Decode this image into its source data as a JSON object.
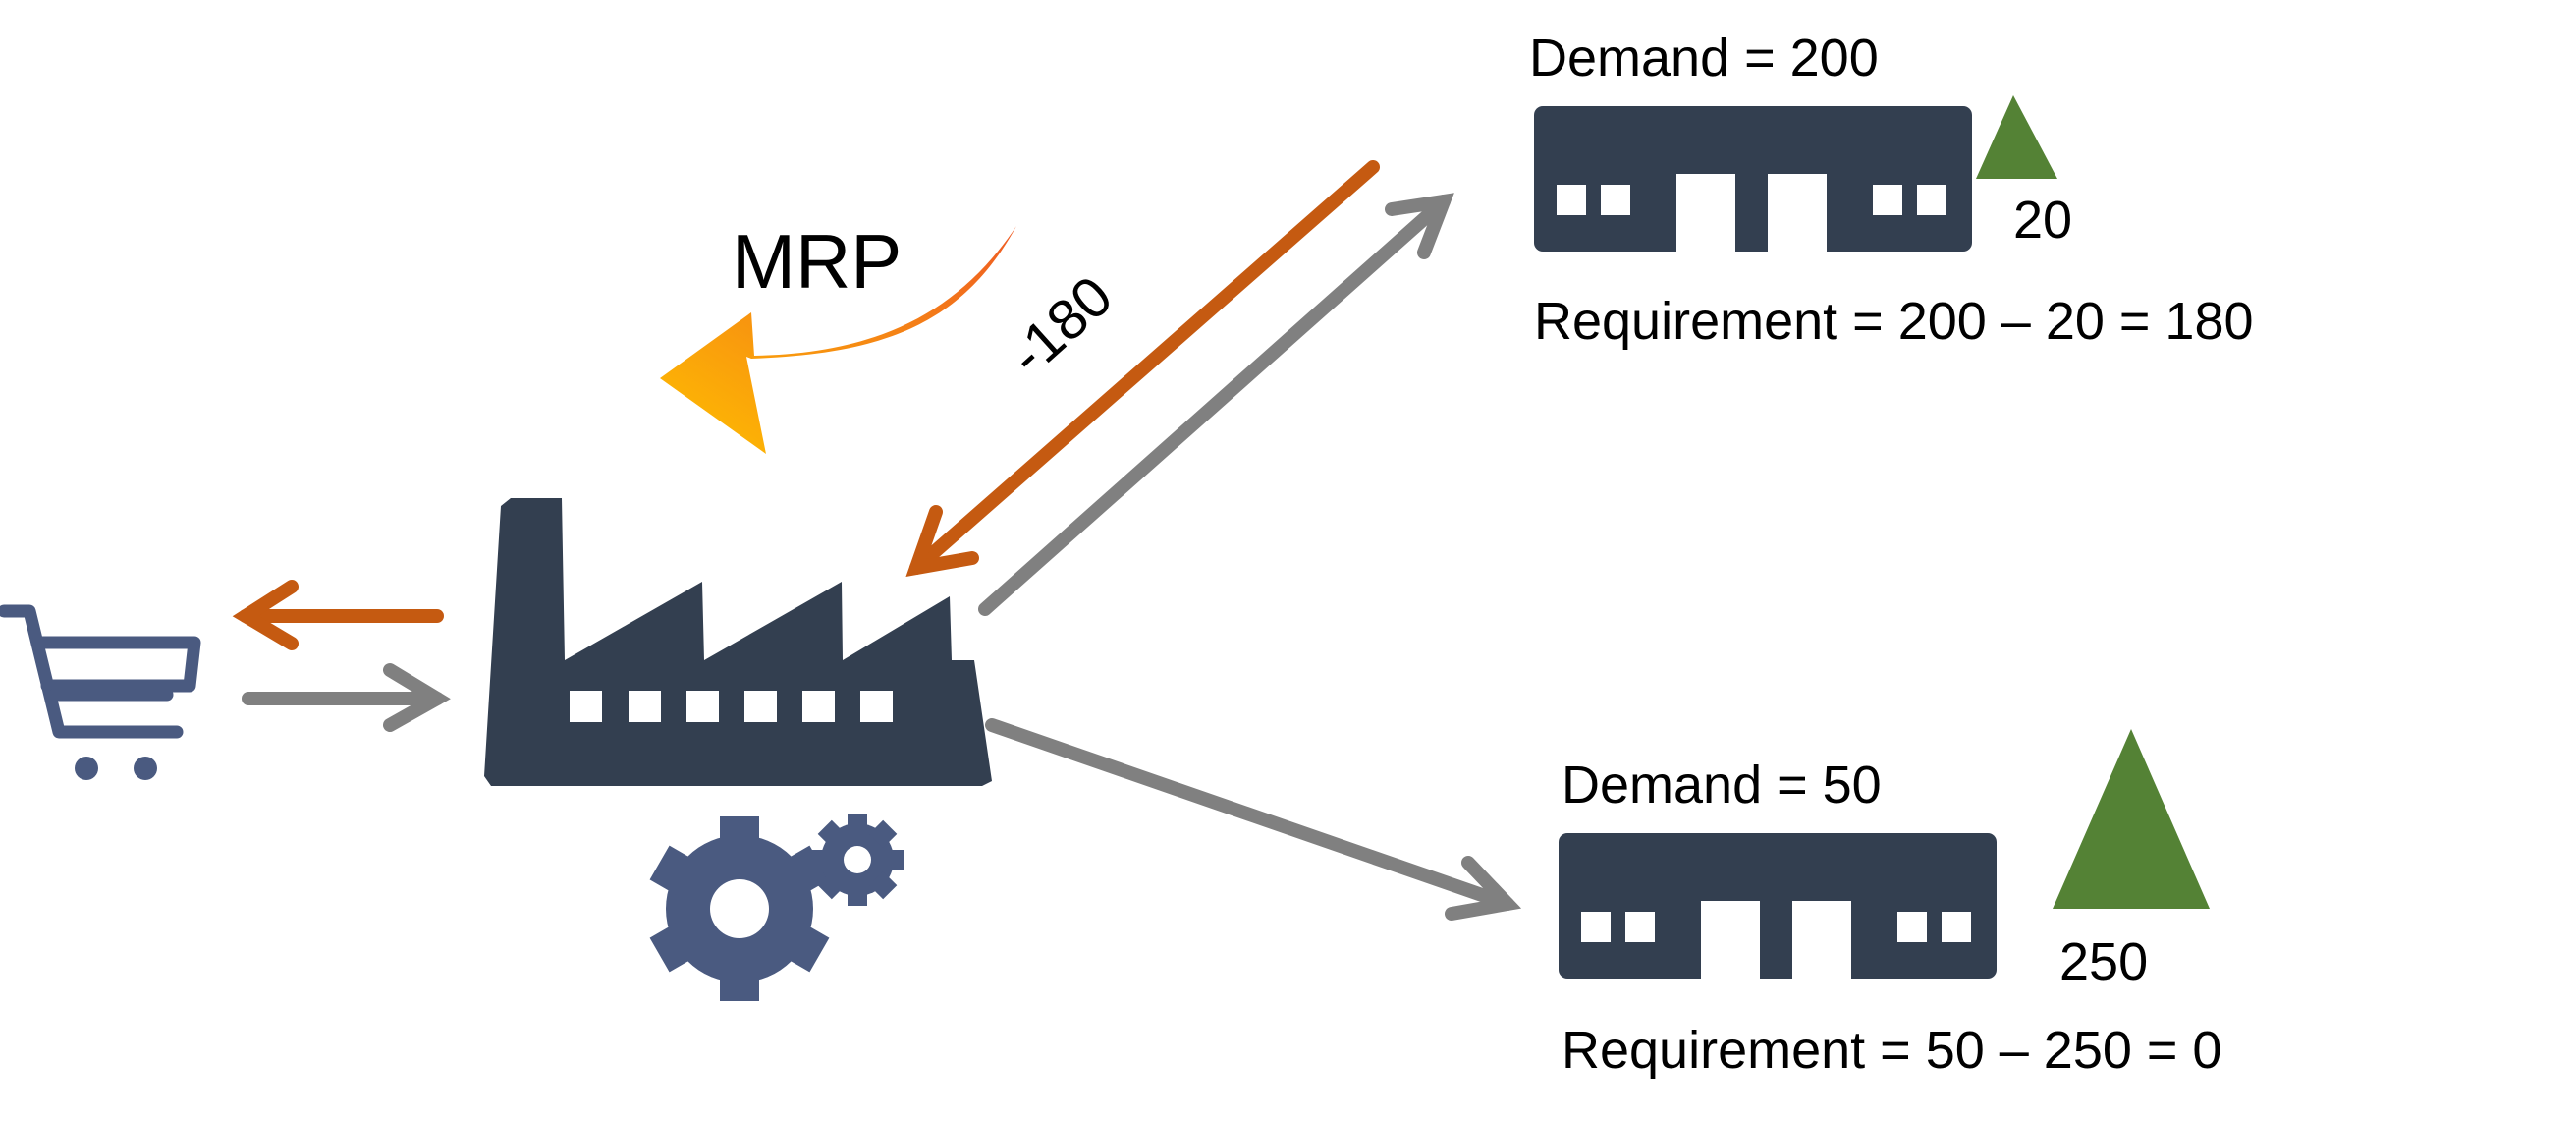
{
  "colors": {
    "building": "#333f50",
    "gear": "#4a5a80",
    "cart": "#4a5a80",
    "arrow_orange": "#c55a11",
    "arrow_gray": "#808080",
    "stock_triangle": "#548235",
    "mrp_text": "#e06a12",
    "mrp_gradient_start": "#ffc000",
    "mrp_gradient_end": "#ee5a24",
    "text": "#000000"
  },
  "icons": {
    "cart": "shopping-cart-icon",
    "factory": "factory-icon",
    "gears": "gears-icon",
    "warehouse": "warehouse-icon",
    "stock": "triangle-stock-icon"
  },
  "mrp": {
    "label": "MRP"
  },
  "flow": {
    "net_label": "-180"
  },
  "warehouse_top": {
    "demand": "Demand = 200",
    "stock": "20",
    "requirement": "Requirement = 200 – 20 = 180"
  },
  "warehouse_bottom": {
    "demand": "Demand = 50",
    "stock": "250",
    "requirement": "Requirement = 50 – 250 = 0"
  }
}
